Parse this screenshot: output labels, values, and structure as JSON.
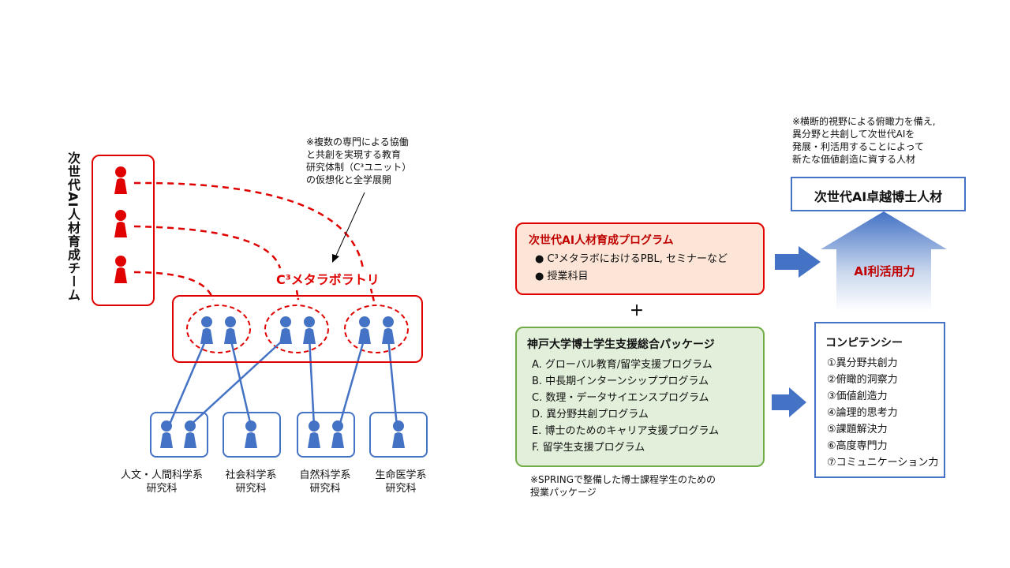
{
  "left": {
    "team_label": "次世代AI人材育成チーム",
    "note": "※複数の専門による協働\nと共創を実現する教育\n研究体制（C³ユニット）\nの仮想化と全学展開",
    "lab_title": "C³メタラボラトリ",
    "schools": [
      "人文・人間科学系\n研究科",
      "社会科学系\n研究科",
      "自然科学系\n研究科",
      "生命医学系\n研究科"
    ]
  },
  "right": {
    "top_note": "※横断的視野による俯瞰力を備え,\n異分野と共創して次世代AIを\n発展・利活用することによって\n新たな価値創造に資する人材",
    "goal_title": "次世代AI卓越博士人材",
    "ai_power": "AI利活用力",
    "program": {
      "title": "次世代AI人材育成プログラム",
      "items": [
        "● C³メタラボにおけるPBL, セミナーなど",
        "● 授業科目"
      ]
    },
    "plus": "＋",
    "package": {
      "title": "神戸大学博士学生支援総合パッケージ",
      "items": [
        "A.  グローバル教育/留学支援プログラム",
        "B.  中長期インターンシッププログラム",
        "C.  数理・データサイエンスプログラム",
        "D.  異分野共創プログラム",
        "E.  博士のためのキャリア支援プログラム",
        "F.  留学生支援プログラム"
      ],
      "note": "※SPRINGで整備した博士課程学生のための\n授業パッケージ"
    },
    "competency": {
      "title": "コンピテンシー",
      "items": [
        "①異分野共創力",
        "②俯瞰的洞察力",
        "③価値創造力",
        "④論理的思考力",
        "⑤課題解決力",
        "⑥高度専門力",
        "⑦コミュニケーション力"
      ]
    }
  },
  "colors": {
    "red": "#e00000",
    "blue": "#4472c4",
    "program_fill": "#fce4d6",
    "package_fill": "#e2efda",
    "package_border": "#70ad47"
  }
}
